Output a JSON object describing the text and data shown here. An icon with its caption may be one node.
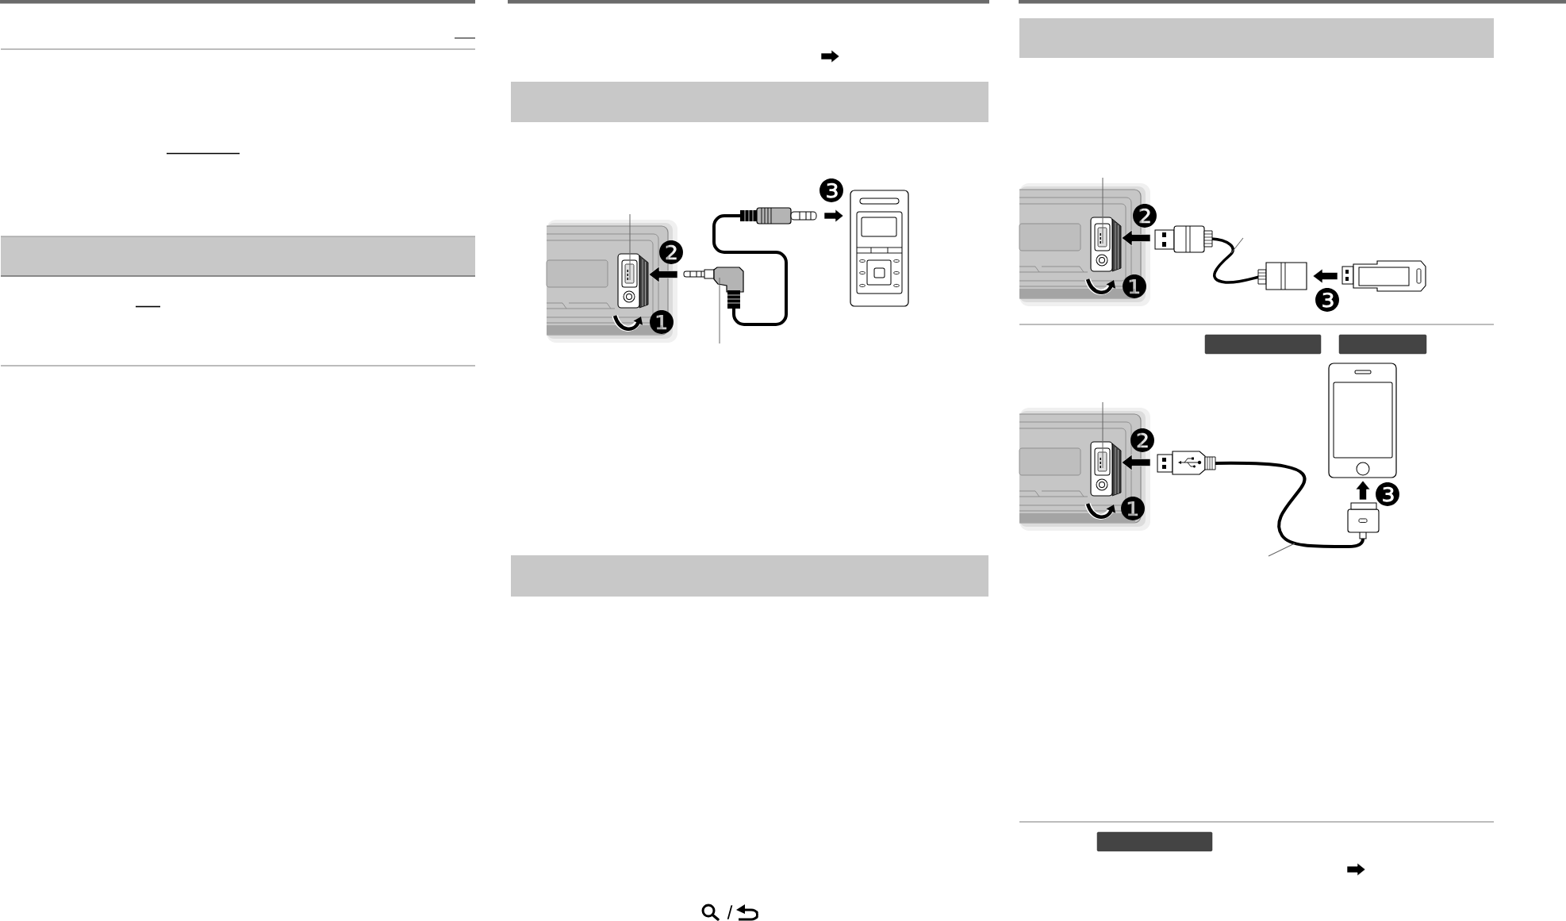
{
  "diagram": {
    "nodes": [
      {
        "text": [],
        "shape": "bar"
      },
      {
        "text": [],
        "shape": "bar"
      },
      {
        "text": [],
        "shape": "bar"
      },
      {
        "text": [],
        "shape": "bar"
      },
      {
        "text": [],
        "shape": "box"
      },
      {
        "text": [],
        "shape": "box"
      },
      {
        "text": [],
        "shape": "box"
      }
    ],
    "labels": [
      "❸",
      "❷",
      "❶",
      "❷",
      "❶",
      "❸",
      "❷",
      "❸",
      "❶",
      "/"
    ]
  }
}
